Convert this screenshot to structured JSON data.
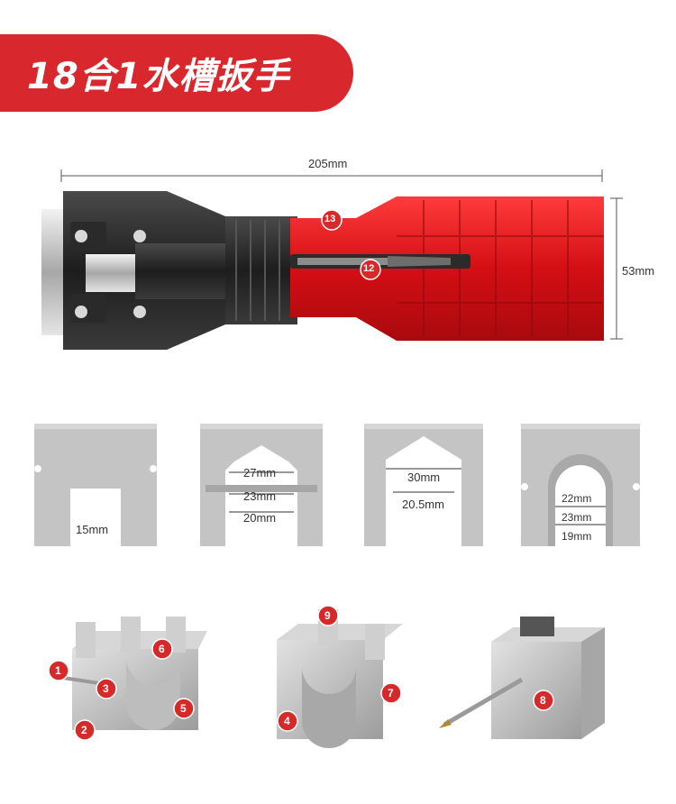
{
  "title": "18合1水槽扳手",
  "dimensions": {
    "length": "205mm",
    "diameter": "53mm"
  },
  "tool_badges": {
    "b13": "13",
    "b12": "12"
  },
  "jaw_panels": [
    {
      "labels": [
        "15mm"
      ]
    },
    {
      "labels": [
        "27mm",
        "23mm",
        "20mm"
      ]
    },
    {
      "labels": [
        "30mm",
        "20.5mm"
      ]
    },
    {
      "labels": [
        "22mm",
        "23mm",
        "19mm"
      ]
    }
  ],
  "part_badges": [
    "1",
    "2",
    "3",
    "4",
    "5",
    "6",
    "7",
    "8",
    "9"
  ],
  "colors": {
    "accent": "#d9272e",
    "badge": "#d62a2a",
    "metal": "#bfbfbf"
  }
}
